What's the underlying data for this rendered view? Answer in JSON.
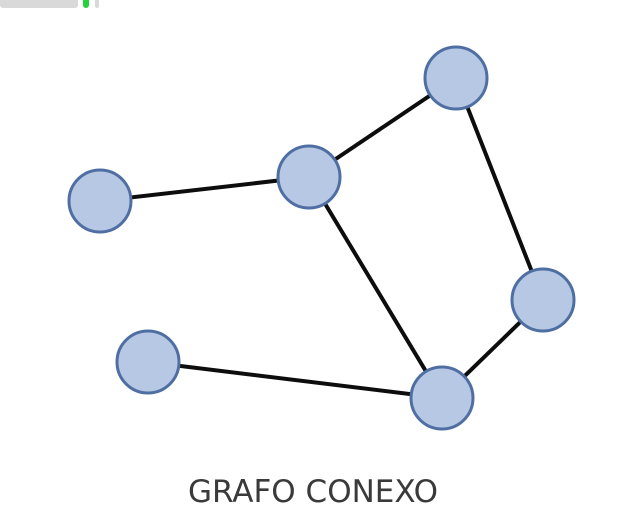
{
  "caption": "GRAFO CONEXO",
  "colors": {
    "node_fill": "#b7c8e4",
    "node_stroke": "#4f6fa3",
    "edge": "#0d0d0d",
    "text": "#3a3a3a",
    "strip_gray": "#d9d9d9",
    "strip_green": "#22d33a"
  },
  "graph": {
    "nodes": [
      "n1",
      "n2",
      "n3",
      "n4",
      "n5",
      "n6"
    ],
    "edges": [
      [
        "n1",
        "n2"
      ],
      [
        "n2",
        "n3"
      ],
      [
        "n3",
        "n5"
      ],
      [
        "n2",
        "n6"
      ],
      [
        "n5",
        "n6"
      ],
      [
        "n4",
        "n6"
      ]
    ]
  }
}
